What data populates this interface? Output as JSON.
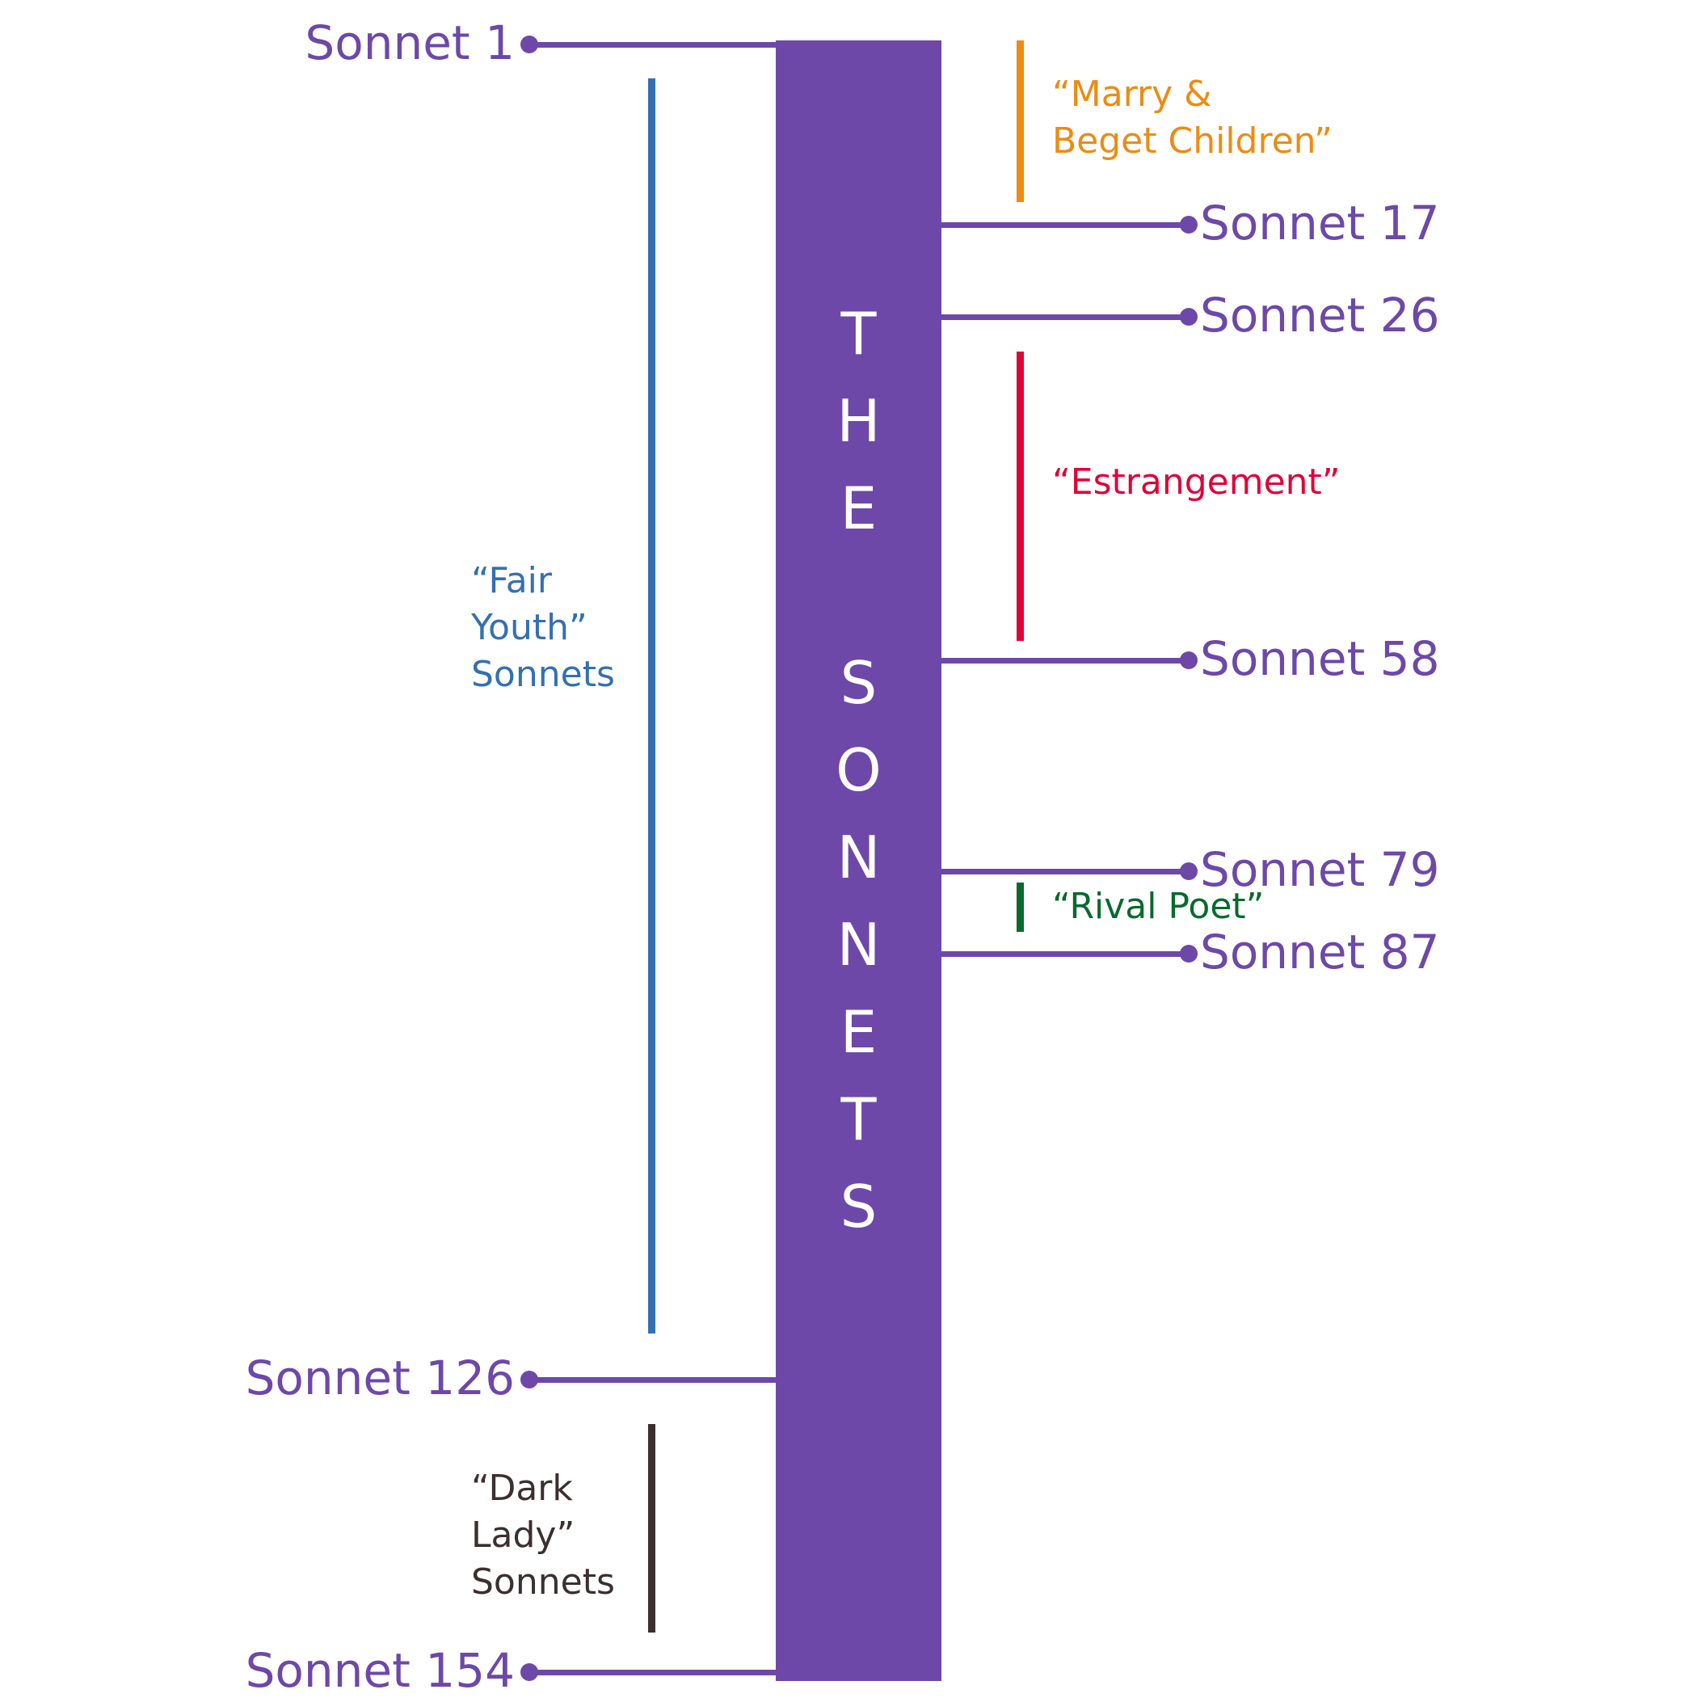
{
  "title": "THE SONNETS",
  "colors": {
    "spine": "#6d48a9",
    "fair_youth": "#3370b2",
    "dark_lady": "#3b2f2f",
    "marry": "#ec8c12",
    "estrangement": "#e00338",
    "rival_poet": "#086a2d"
  },
  "markers": [
    {
      "label": "Sonnet 1",
      "sonnet": 1,
      "side": "left"
    },
    {
      "label": "Sonnet 17",
      "sonnet": 17,
      "side": "right"
    },
    {
      "label": "Sonnet 26",
      "sonnet": 26,
      "side": "right"
    },
    {
      "label": "Sonnet 58",
      "sonnet": 58,
      "side": "right"
    },
    {
      "label": "Sonnet 79",
      "sonnet": 79,
      "side": "right"
    },
    {
      "label": "Sonnet 87",
      "sonnet": 87,
      "side": "right"
    },
    {
      "label": "Sonnet 126",
      "sonnet": 126,
      "side": "left"
    },
    {
      "label": "Sonnet 154",
      "sonnet": 154,
      "side": "left"
    }
  ],
  "groups": [
    {
      "label": "“Fair\nYouth”\nSonnets",
      "color_key": "fair_youth",
      "side": "left"
    },
    {
      "label": "“Dark\nLady”\nSonnets",
      "color_key": "dark_lady",
      "side": "left"
    },
    {
      "label": "“Marry &\nBeget Children”",
      "color_key": "marry",
      "side": "right"
    },
    {
      "label": "“Estrangement”",
      "color_key": "estrangement",
      "side": "right"
    },
    {
      "label": "“Rival Poet”",
      "color_key": "rival_poet",
      "side": "right"
    }
  ]
}
